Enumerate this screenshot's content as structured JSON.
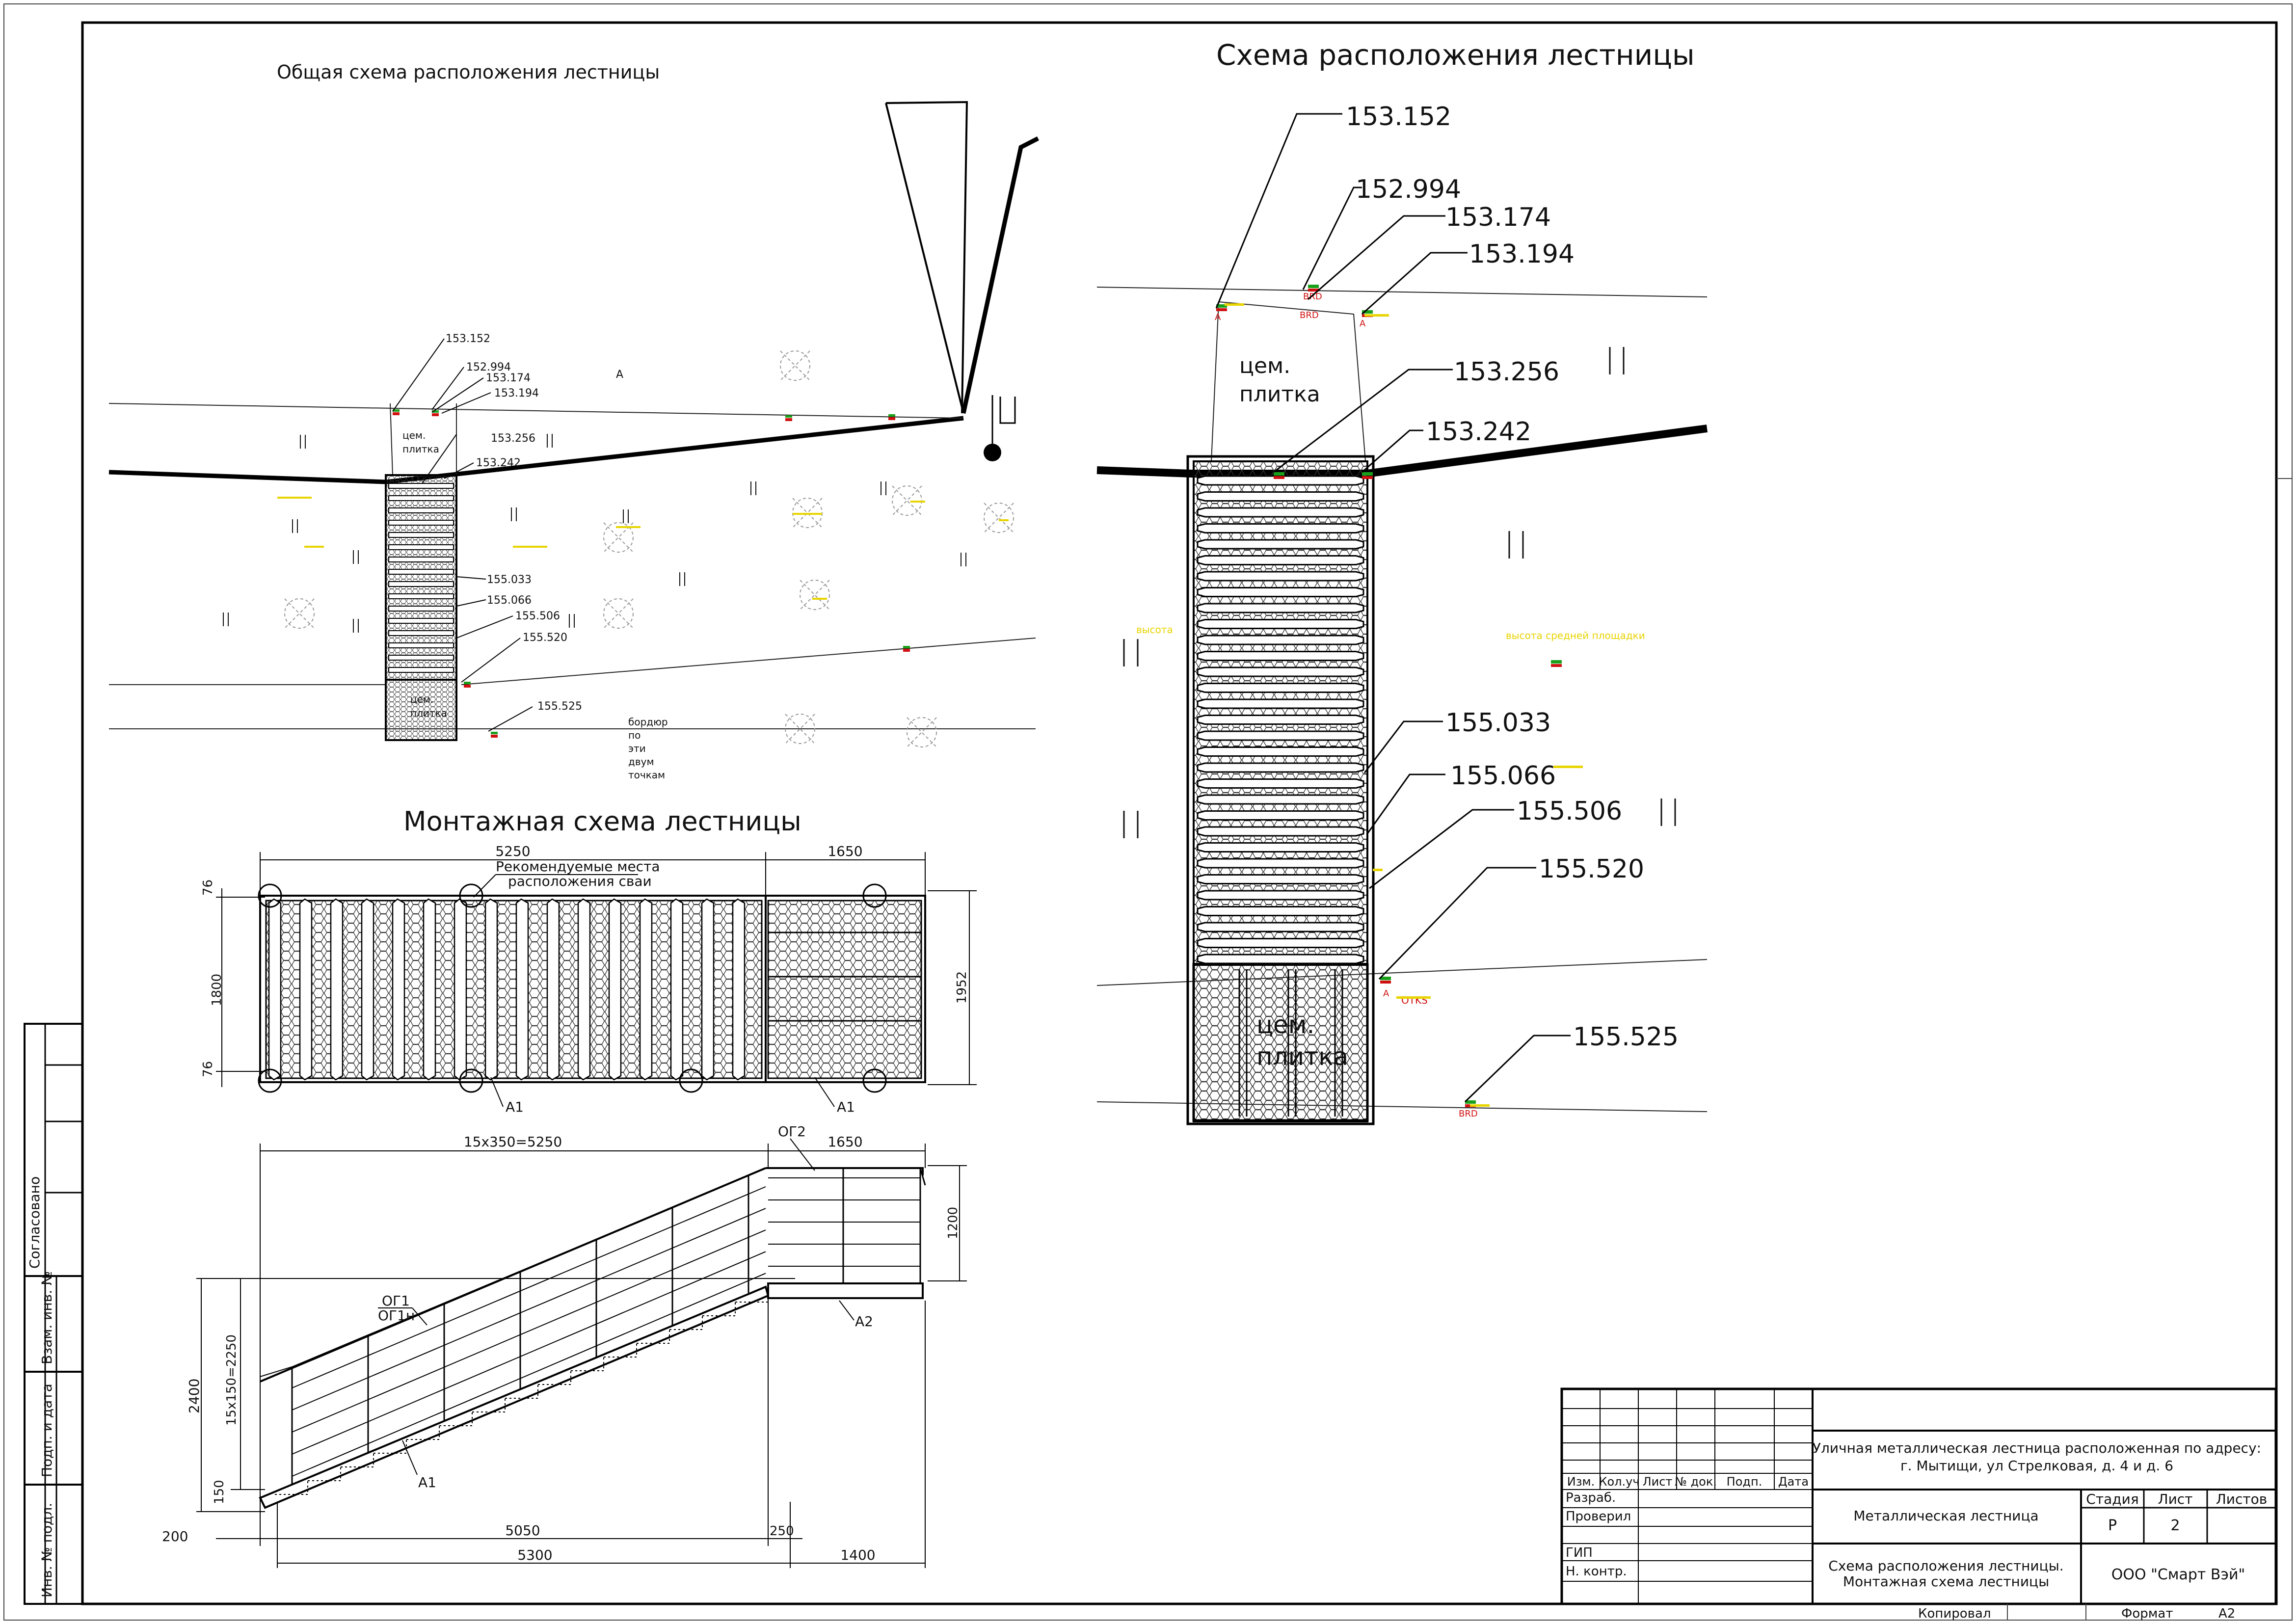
{
  "titles": {
    "general": "Общая схема расположения лестницы",
    "scheme": "Схема расположения лестницы",
    "montage": "Монтажная схема лестницы"
  },
  "labels": {
    "cem": "цем.",
    "plitka": "плитка",
    "border": [
      "бордюр",
      "по",
      "эти",
      "двум",
      "точкам"
    ],
    "letter_a": "A",
    "brd": "BRD",
    "otks": "OTKS",
    "visota": "высота",
    "visota_srednei": "высота средней площадки",
    "a1": "A1",
    "a2": "A2",
    "og1": "ОГ1",
    "og1n": "ОГ1н",
    "og2": "ОГ2",
    "piles_1": "Рекомендуемые места",
    "piles_2": "расположения сваи"
  },
  "elevations": [
    "153.152",
    "152.994",
    "153.174",
    "153.194",
    "153.256",
    "153.242",
    "155.033",
    "155.066",
    "155.506",
    "155.520",
    "155.525"
  ],
  "dims": {
    "top_5250": "5250",
    "top_1650": "1650",
    "d76": "76",
    "d1800": "1800",
    "d1952": "1952",
    "steps_horiz": "15х350=5250",
    "rail_1650": "1650",
    "d1200": "1200",
    "d2400": "2400",
    "steps_vert": "15х150=2250",
    "d150": "150",
    "d200": "200",
    "d5050": "5050",
    "d250": "250",
    "d5300": "5300",
    "d1400": "1400"
  },
  "side_stamp": {
    "soglasovano": "Согласовано",
    "vzam": "Взам. инв. №",
    "podp": "Подп. и дата",
    "inv": "Инв. № подл."
  },
  "title_block": {
    "headers": [
      "Изм.",
      "Кол.уч",
      "Лист",
      "№ док.",
      "Подп.",
      "Дата"
    ],
    "roles": [
      "Разраб.",
      "Проверил",
      "",
      "ГИП",
      "Н. контр."
    ],
    "project_line1": "Уличная металлическая лестница расположенная по адресу:",
    "project_line2": "г. Мытищи, ул Стрелковая, д. 4 и д. 6",
    "object_name": "Металлическая лестница",
    "sheet_name_1": "Схема расположения лестницы.",
    "sheet_name_2": "Монтажная схема лестницы",
    "stage_label": "Стадия",
    "sheet_label": "Лист",
    "sheets_label": "Листов",
    "stage_value": "Р",
    "sheet_value": "2",
    "company": "ООО \"Смарт Вэй\"",
    "kopiroval": "Копировал",
    "format_label": "Формат",
    "format_value": "А2"
  }
}
